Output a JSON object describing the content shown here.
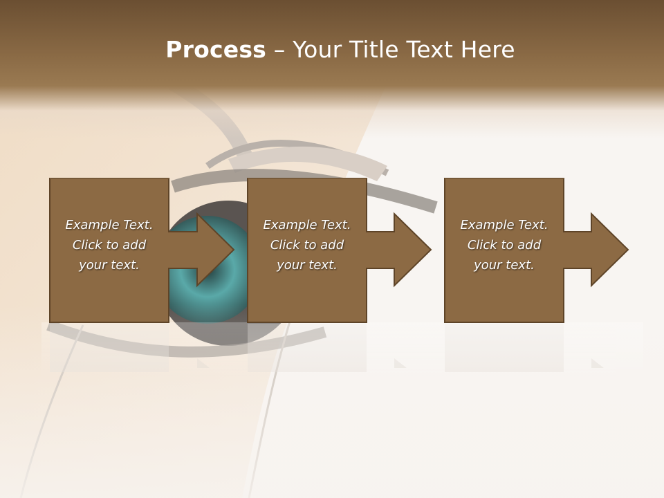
{
  "slide": {
    "title_bold": "Process",
    "title_rest": " – Your Title Text Here",
    "colors": {
      "header": "#7a5c3a",
      "box_fill": "#8c6a44",
      "box_border": "#5e4428",
      "text": "#ffffff",
      "background": "#f7f3ef"
    },
    "background_art": "eye-illustration",
    "steps": [
      {
        "lines": [
          "Example Text.",
          "Click  to add",
          "your text."
        ],
        "icon": "arrow-right-icon"
      },
      {
        "lines": [
          "Example Text.",
          "Click  to add",
          "your text."
        ],
        "icon": "arrow-right-icon"
      },
      {
        "lines": [
          "Example Text.",
          "Click  to add",
          "your text."
        ],
        "icon": "arrow-right-icon"
      }
    ]
  }
}
